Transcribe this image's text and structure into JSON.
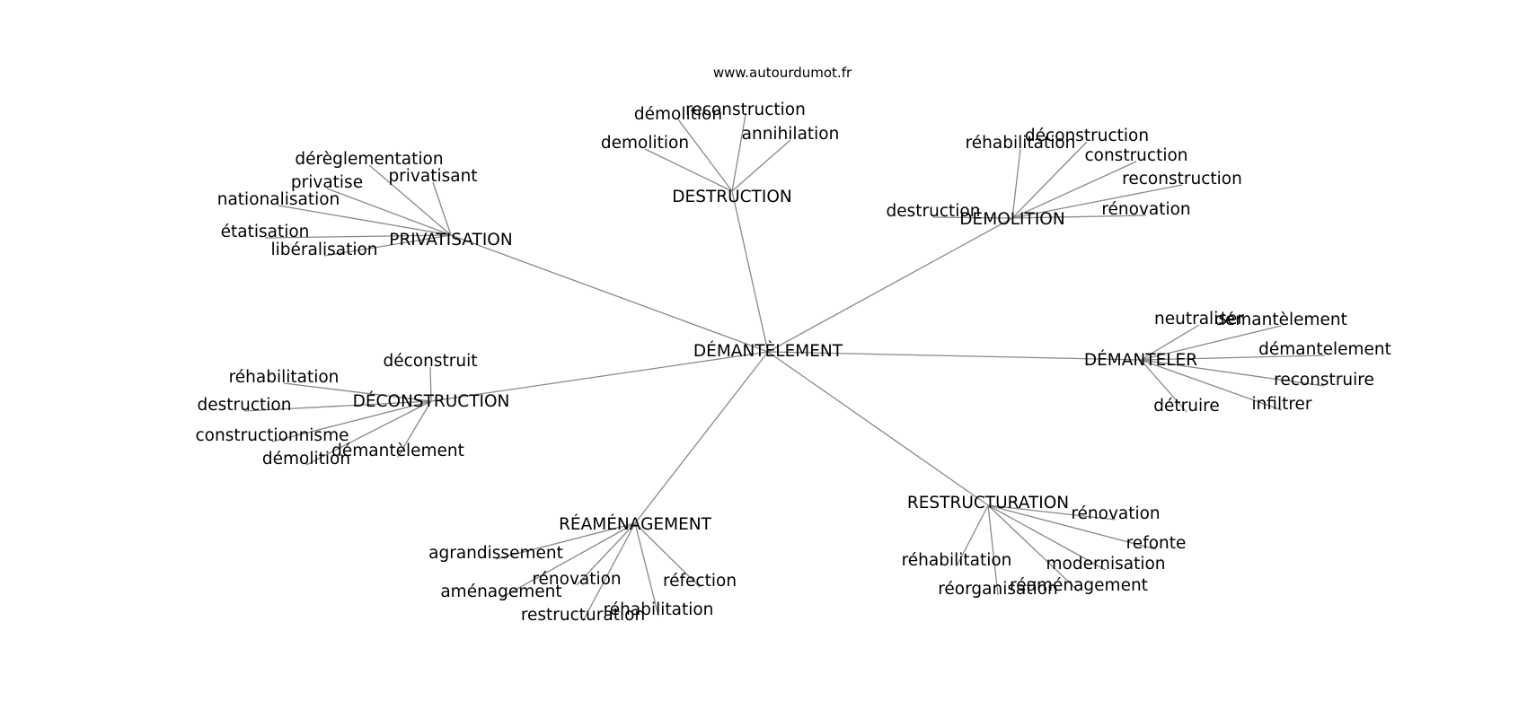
{
  "source": "www.autourdumot.fr",
  "graph": {
    "center": "DÉMANTÈLEMENT",
    "hubs": [
      {
        "id": "destruction",
        "label": "DESTRUCTION",
        "leaves": [
          "démolition",
          "reconstruction",
          "demolition",
          "annihilation"
        ]
      },
      {
        "id": "privatisation",
        "label": "PRIVATISATION",
        "leaves": [
          "dérèglementation",
          "privatise",
          "privatisant",
          "nationalisation",
          "étatisation",
          "libéralisation"
        ]
      },
      {
        "id": "demolition",
        "label": "DÉMOLITION",
        "leaves": [
          "réhabilitation",
          "déconstruction",
          "construction",
          "reconstruction",
          "destruction",
          "rénovation"
        ]
      },
      {
        "id": "demanteler",
        "label": "DÉMANTELER",
        "leaves": [
          "neutraliser",
          "démantèlement",
          "démantelement",
          "reconstruire",
          "détruire",
          "infiltrer"
        ]
      },
      {
        "id": "deconstruction",
        "label": "DÉCONSTRUCTION",
        "leaves": [
          "déconstruit",
          "réhabilitation",
          "destruction",
          "constructionnisme",
          "démolition",
          "démantèlement"
        ]
      },
      {
        "id": "reamenagement",
        "label": "RÉAMÉNAGEMENT",
        "leaves": [
          "agrandissement",
          "rénovation",
          "réfection",
          "aménagement",
          "restructuration",
          "réhabilitation"
        ]
      },
      {
        "id": "restructuration",
        "label": "RESTRUCTURATION",
        "leaves": [
          "rénovation",
          "refonte",
          "réhabilitation",
          "modernisation",
          "réorganisation",
          "réaménagement"
        ]
      }
    ]
  }
}
